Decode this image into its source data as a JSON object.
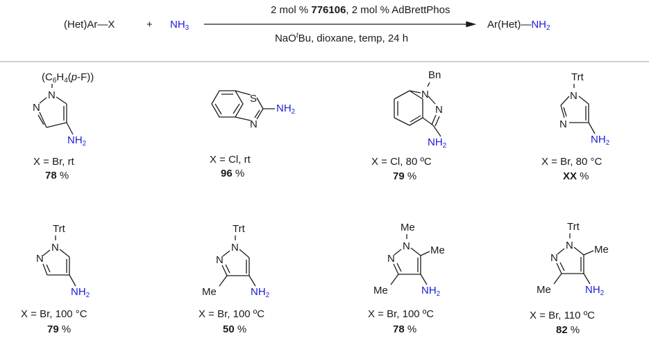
{
  "scheme": {
    "reactant": "(Het)Ar",
    "reactant_bond": "—",
    "reactant_x": "X",
    "plus": "+",
    "reagent": {
      "base": "NH",
      "sub": "3",
      "color": "#1a1adb"
    },
    "conditions_top": {
      "pre": "2 mol % ",
      "catalyst": "776106",
      "post": ", 2 mol % AdBrettPhos"
    },
    "conditions_bottom": {
      "pre": "NaO",
      "sup": "t",
      "post": "Bu, dioxane, temp, 24 h"
    },
    "product": "Ar(Het)",
    "product_bond": "—",
    "product_group": {
      "base": "NH",
      "sub": "2",
      "color": "#1a1adb"
    }
  },
  "substrates": [
    {
      "id": 1,
      "substituent": "(C6H4(p-F))",
      "sub_label": {
        "a": "(C",
        "s1": "6",
        "b": "H",
        "s2": "4",
        "c": "(",
        "i": "p",
        "d": "-F))"
      },
      "core": "4-aminopyrazole",
      "condition": "X = Br, rt",
      "yield": "78",
      "unit": " %"
    },
    {
      "id": 2,
      "core": "2-aminobenzothiazole",
      "ring_atoms": {
        "s": "S",
        "n": "N"
      },
      "condition": "X = Cl, rt",
      "yield": "96",
      "unit": " %"
    },
    {
      "id": 3,
      "substituent": "Bn",
      "core": "1-benzyl-3-aminoindazole",
      "ring_atoms": {
        "n1": "N",
        "n2": "N"
      },
      "condition": "X = Cl, 80 ºC",
      "yield": "79",
      "unit": " %"
    },
    {
      "id": 4,
      "substituent": "Trt",
      "core": "1-trityl-4-aminoimidazole",
      "ring_atoms": {
        "n1": "N",
        "n3": "N"
      },
      "condition": "X = Br, 80 °C",
      "yield": "XX",
      "unit": " %"
    },
    {
      "id": 5,
      "substituent": "Trt",
      "core": "1-trityl-4-aminopyrazole",
      "condition": "X = Br, 100 °C",
      "yield": "79",
      "unit": " %"
    },
    {
      "id": 6,
      "substituent": "Trt",
      "methyl_3": "Me",
      "core": "1-trityl-3-methyl-4-aminopyrazole",
      "condition": "X = Br, 100 ºC",
      "yield": "50",
      "unit": " %"
    },
    {
      "id": 7,
      "substituent": "Me",
      "methyl_3": "Me",
      "methyl_5": "Me",
      "core": "1,3,5-trimethyl-4-aminopyrazole",
      "condition": "X = Br, 100 ºC",
      "yield": "78",
      "unit": " %"
    },
    {
      "id": 8,
      "substituent": "Trt",
      "methyl_3": "Me",
      "methyl_5": "Me",
      "core": "1-trityl-3,5-dimethyl-4-aminopyrazole",
      "condition": "X = Br, 110 ºC",
      "yield": "82",
      "unit": " %"
    }
  ],
  "atoms": {
    "N": "N",
    "NH": "NH",
    "two": "2"
  }
}
